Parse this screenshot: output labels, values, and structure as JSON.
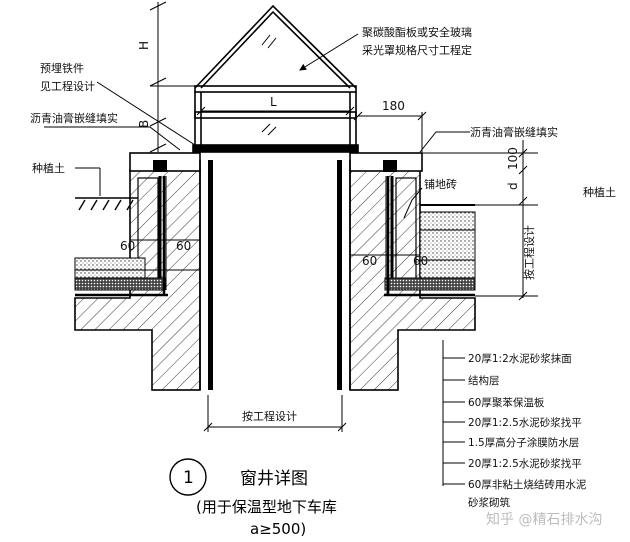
{
  "drawing": {
    "dim_H": "H",
    "dim_L": "L",
    "dim_B": "B",
    "dim_180": "180",
    "dim_100": "100",
    "dim_d": "d",
    "dim_60_l1": "60",
    "dim_60_l2": "60",
    "dim_60_r1": "60",
    "dim_60_r2": "60",
    "dim_design_vertical": "按工程设计",
    "dim_design_bottom": "按工程设计"
  },
  "labels": {
    "skylight_line1": "聚碳酸酯板或安全玻璃",
    "skylight_line2": "采光罩规格尺寸工程定",
    "embedded_iron_line1": "预埋铁件",
    "embedded_iron_line2": "见工程设计",
    "asphalt_left": "沥青油膏嵌缝填实",
    "asphalt_right": "沥青油膏嵌缝填实",
    "planting_soil_left": "种植土",
    "planting_soil_right": "种植土",
    "paving_brick": "铺地砖"
  },
  "layers": [
    "20厚1:2水泥砂浆抹面",
    "结构层",
    "60厚聚苯保温板",
    "20厚1:2.5水泥砂浆找平",
    "1.5厚高分子涂膜防水层",
    "20厚1:2.5水泥砂浆找平",
    "60厚非粘土烧结砖用水泥",
    "砂浆砌筑"
  ],
  "caption": {
    "number": "1",
    "title": "窗井详图",
    "subtitle": "(用于保温型地下车库",
    "subtitle2": "a≥500)"
  },
  "watermark": "知乎 @精石排水沟"
}
